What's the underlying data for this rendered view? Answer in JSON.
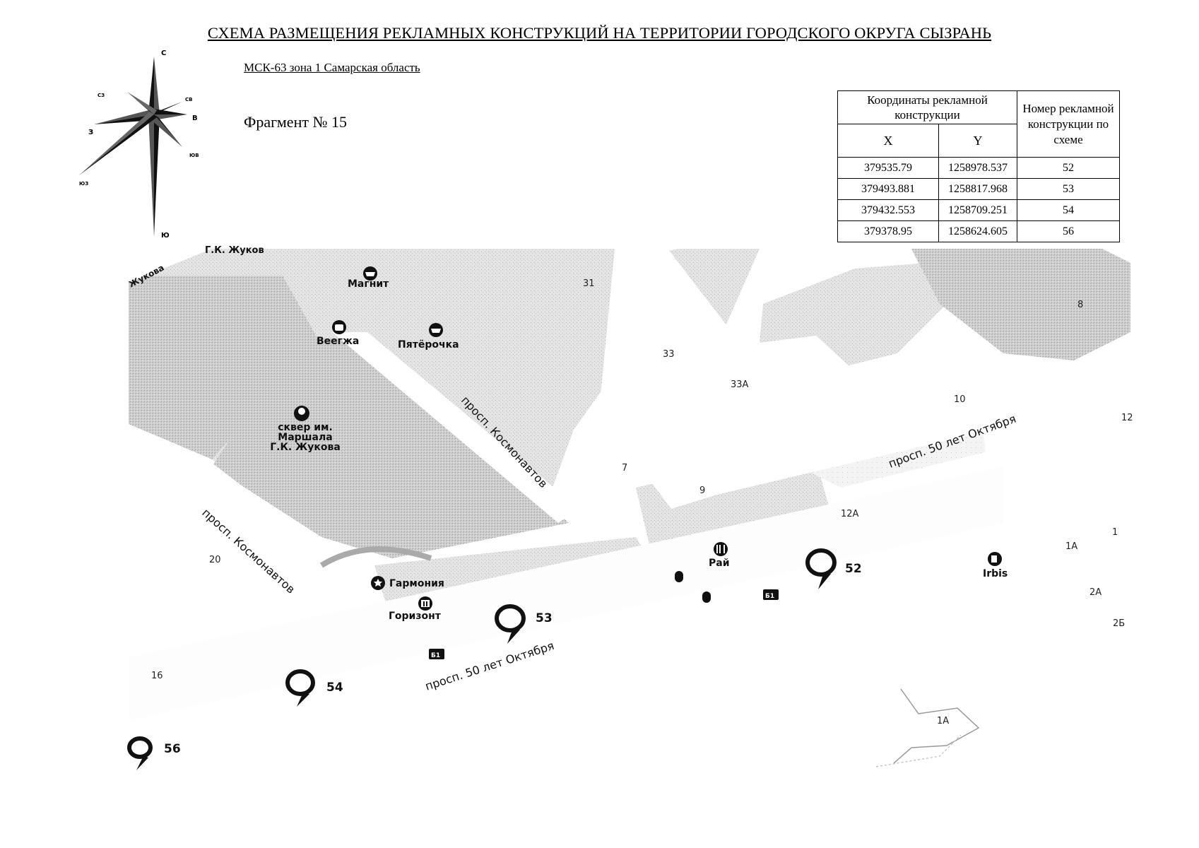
{
  "header": {
    "title": "СХЕМА РАЗМЕЩЕНИЯ РЕКЛАМНЫХ КОНСТРУКЦИЙ НА ТЕРРИТОРИИ ГОРОДСКОГО ОКРУГА СЫЗРАНЬ",
    "crs": "МСК-63 зона 1 Самарская область",
    "fragment": "Фрагмент № 15"
  },
  "compass": {
    "n": "С",
    "s": "Ю",
    "e": "В",
    "w": "З",
    "ne": "СВ",
    "nw": "СЗ",
    "se": "ЮВ",
    "sw": "ЮЗ"
  },
  "table": {
    "coords_header": "Координаты рекламной конструкции",
    "number_header": "Номер рекламной конструкции по схеме",
    "x_header": "X",
    "y_header": "Y",
    "rows": [
      {
        "x": "379535.79",
        "y": "1258978.537",
        "num": "52"
      },
      {
        "x": "379493.881",
        "y": "1258817.968",
        "num": "53"
      },
      {
        "x": "379432.553",
        "y": "1258709.251",
        "num": "54"
      },
      {
        "x": "379378.95",
        "y": "1258624.605",
        "num": "56"
      }
    ]
  },
  "map": {
    "streets": {
      "zhukov_top": "Г.К. Жуков",
      "zhukova_left": "Жукова",
      "kosmonavtov_upper": "просп. Космонавтов",
      "kosmonavtov_lower": "просп. Космонавтов",
      "oktyabrya_main": "просп. 50 лет Октября",
      "oktyabrya_upper": "просп. 50 лет Октября"
    },
    "pois": {
      "magnit": "Магнит",
      "veerzha": "Веегжа",
      "pyaterochka": "Пятёрочка",
      "park": [
        "сквер им.",
        "Маршала",
        "Г.К. Жукова"
      ],
      "rai": "Рай",
      "irbis": "Irbis",
      "garmoniya": "Гармония",
      "gorizont": "Горизонт",
      "bus_badge": "Б1"
    },
    "house_numbers": {
      "h31": "31",
      "h33": "33",
      "h33a": "33А",
      "h8": "8",
      "h10": "10",
      "h12": "12",
      "h7": "7",
      "h9": "9",
      "h12a": "12А",
      "h1": "1",
      "h1a": "1А",
      "h2a": "2А",
      "h2b": "2Б",
      "h20": "20",
      "h16": "16",
      "h1a_low": "1А"
    },
    "markers": {
      "m52": "52",
      "m53": "53",
      "m54": "54",
      "m56": "56"
    }
  }
}
